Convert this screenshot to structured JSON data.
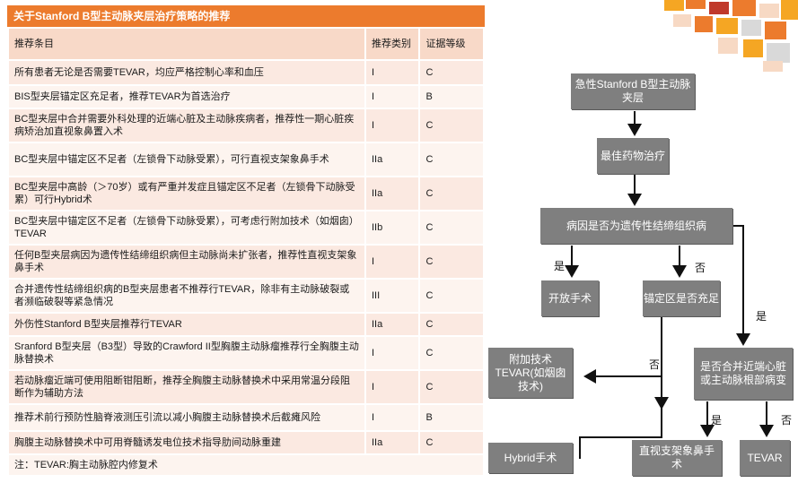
{
  "table": {
    "title": "关于Stanford B型主动脉夹层治疗策略的推荐",
    "headers": [
      "推荐条目",
      "推荐类别",
      "证据等级"
    ],
    "rows": [
      [
        "所有患者无论是否需要TEVAR，均应严格控制心率和血压",
        "I",
        "C"
      ],
      [
        "BIS型夹层锚定区充足者，推荐TEVAR为首选治疗",
        "I",
        "B"
      ],
      [
        "BC型夹层中合并需要外科处理的近端心脏及主动脉疾病者，推荐性一期心脏疾病矫治加直视象鼻置入术",
        "I",
        "C"
      ],
      [
        "BC型夹层中锚定区不足者（左锁骨下动脉受累），可行直视支架象鼻手术",
        "IIa",
        "C"
      ],
      [
        "BC型夹层中高龄（＞70岁）或有严重并发症且锚定区不足者（左锁骨下动脉受累）可行Hybrid术",
        "IIa",
        "C"
      ],
      [
        "BC型夹层中锚定区不足者（左锁骨下动脉受累），可考虑行附加技术（如烟囱）TEVAR",
        "IIb",
        "C"
      ],
      [
        "任何B型夹层病因为遗传性结缔组织病但主动脉尚未扩张者，推荐性直视支架象鼻手术",
        "I",
        "C"
      ],
      [
        "合并遗传性结缔组织病的B型夹层患者不推荐行TEVAR，除非有主动脉破裂或者濒临破裂等紧急情况",
        "III",
        "C"
      ],
      [
        "外伤性Stanford B型夹层推荐行TEVAR",
        "IIa",
        "C"
      ],
      [
        "Sranford B型夹层（B3型）导致的Crawford II型胸腹主动脉瘤推荐行全胸腹主动脉替换术",
        "I",
        "C"
      ],
      [
        "若动脉瘤近端可使用阻断钳阻断，推荐全胸腹主动脉替换术中采用常温分段阻断作为辅助方法",
        "I",
        "C"
      ],
      [
        "推荐术前行预防性脑脊液测压引流以减小胸腹主动脉替换术后截瘫风险",
        "I",
        "B"
      ],
      [
        "胸腹主动脉替换术中可用脊髓诱发电位技术指导肋间动脉重建",
        "IIa",
        "C"
      ]
    ],
    "note": "注：TEVAR:胸主动脉腔内修复术"
  },
  "flow": {
    "nodes": {
      "acute": "急性Stanford B型主动脉夹层",
      "drug": "最佳药物治疗",
      "genetic": "病因是否为遗传性结缔组织病",
      "open": "开放手术",
      "anchor": "锚定区是否充足",
      "proximal": "是否合并近端心脏或主动脉根部病变",
      "tevar_extra": "附加技术TEVAR(如烟囱技术)",
      "hybrid": "Hybrid手术",
      "elephant": "直视支架象鼻手术",
      "tevar": "TEVAR"
    },
    "labels": {
      "yes_open": "是",
      "no_anchor": "否",
      "yes_right": "是",
      "no_anchor_down": "否",
      "yes_prox": "是",
      "no_prox": "否"
    },
    "box_color": "#7f7f7f",
    "accent_colors": [
      "#ec7b2d",
      "#f5a623",
      "#f7d9c4",
      "#d9d9d9",
      "#c0392b"
    ]
  }
}
